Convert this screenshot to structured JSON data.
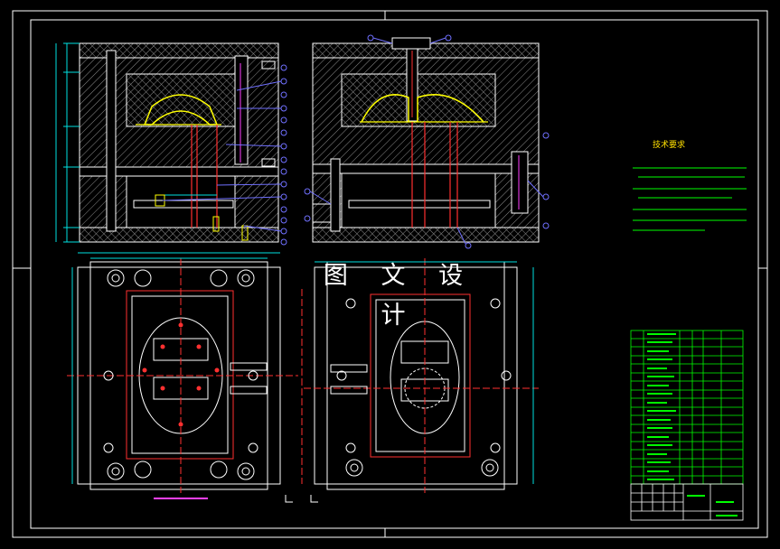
{
  "drawing": {
    "watermark": "图 文 设 计",
    "tech_requirements_title": "技术要求",
    "colors": {
      "background": "#000000",
      "frame": "#ffffff",
      "mold_outline": "#ffffff",
      "hatch": "#9a9a9a",
      "part": "#ffff00",
      "pins": "#ff3030",
      "dimensions": "#00e0e0",
      "balloons": "#7070ff",
      "notes": "#00ff00",
      "magenta": "#ff40ff"
    },
    "views": [
      "front-section-left",
      "front-section-right",
      "plan-fixed-half",
      "plan-moving-half"
    ],
    "bom_rows": 18
  }
}
